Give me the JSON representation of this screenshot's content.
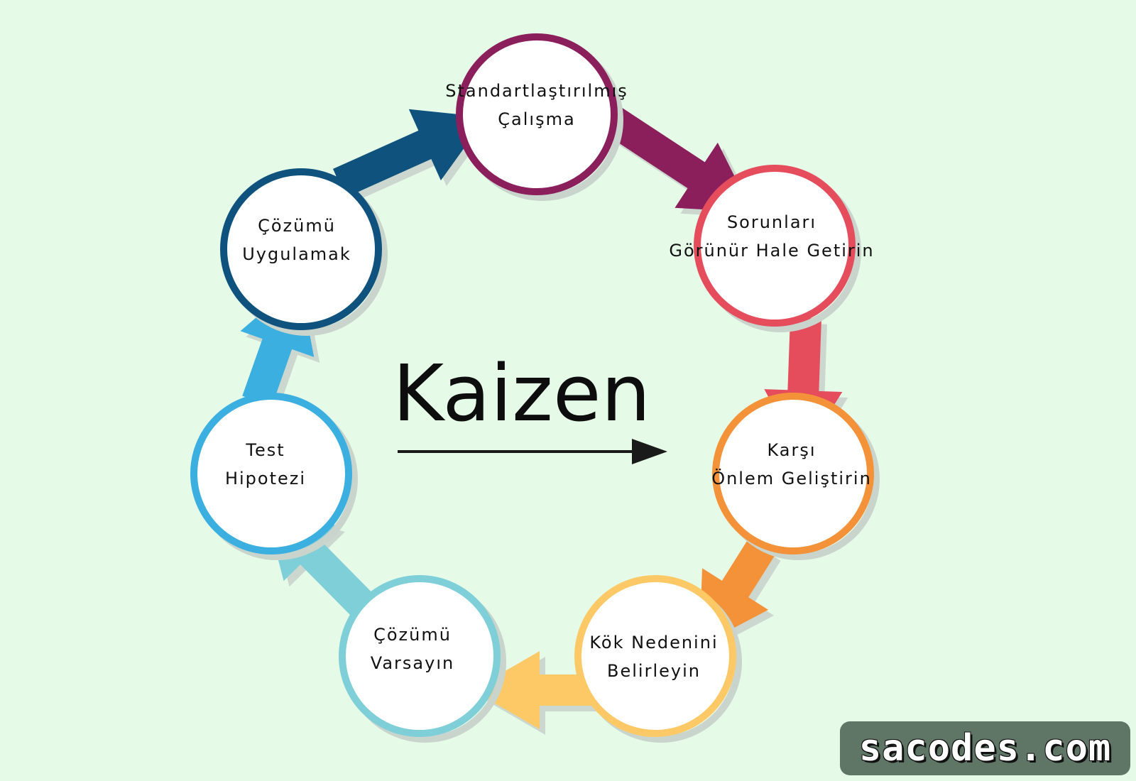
{
  "title": "Kaizen",
  "watermark": "sacodes.com",
  "steps": [
    {
      "lines": [
        "Standartlaştırılmış",
        "Çalışma"
      ],
      "color": "#8b1f5c"
    },
    {
      "lines": [
        "Sorunları",
        "Görünür Hale Getirin"
      ],
      "color": "#e54d5d"
    },
    {
      "lines": [
        "Karşı",
        "Önlem Geliştirin"
      ],
      "color": "#f4923a"
    },
    {
      "lines": [
        "Kök Nedenini",
        "Belirleyin"
      ],
      "color": "#fdc967"
    },
    {
      "lines": [
        "Çözümü",
        "Varsayın"
      ],
      "color": "#7ecfd8"
    },
    {
      "lines": [
        "Test",
        "Hipotezi"
      ],
      "color": "#3aafe0"
    },
    {
      "lines": [
        "Çözümü",
        "Uygulamak"
      ],
      "color": "#0e527d"
    }
  ],
  "arrow_colors": [
    "#8b1f5c",
    "#e54d5d",
    "#f4923a",
    "#fdc967",
    "#7ecfd8",
    "#3aafe0",
    "#0e527d"
  ],
  "title_arrow_color": "#1a1a1a"
}
